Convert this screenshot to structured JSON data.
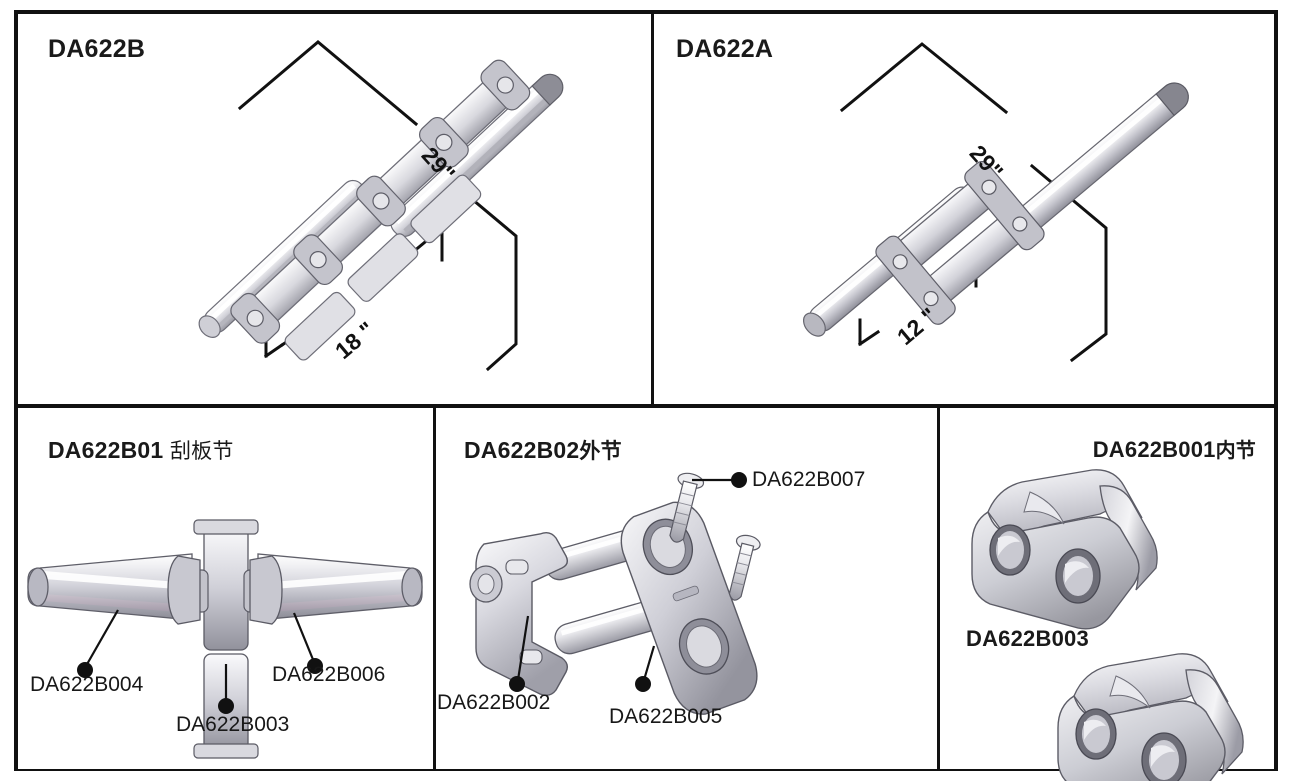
{
  "panels": {
    "top_left": {
      "title_code": "DA622B",
      "dims": [
        {
          "label": "29\""
        },
        {
          "label": "18 \""
        }
      ]
    },
    "top_right": {
      "title_code": "DA622A",
      "dims": [
        {
          "label": "29\""
        },
        {
          "label": "12 \""
        }
      ]
    },
    "bottom_left": {
      "title_code": "DA622B01",
      "title_cn": "刮板节",
      "callouts": [
        {
          "id": "b004",
          "label": "DA622B004"
        },
        {
          "id": "b003",
          "label": "DA622B003"
        },
        {
          "id": "b006",
          "label": "DA622B006"
        }
      ]
    },
    "bottom_mid": {
      "title_code": "DA622B02",
      "title_cn": "外节",
      "callouts": [
        {
          "id": "b007",
          "label": "DA622B007"
        },
        {
          "id": "b002",
          "label": "DA622B002"
        },
        {
          "id": "b005",
          "label": "DA622B005"
        }
      ]
    },
    "bottom_right": {
      "title_code": "DA622B001",
      "title_cn": "内节",
      "second_title": "DA622B003"
    }
  },
  "icons": {
    "assembly_b": "chain-scraper-assembly-icon",
    "assembly_a": "chain-shaft-assembly-icon",
    "flight_bar": "scraper-flight-bar-icon",
    "outer_link": "outer-link-exploded-icon",
    "inner_link_top": "inner-link-icon",
    "inner_link_bottom": "inner-link-icon"
  },
  "colors": {
    "line": "#111111",
    "metal_light": "#f2f2f4",
    "metal_mid": "#c9c9cf",
    "metal_dark": "#9b9ba4",
    "metal_shadow": "#6f6f78",
    "text": "#181818"
  }
}
